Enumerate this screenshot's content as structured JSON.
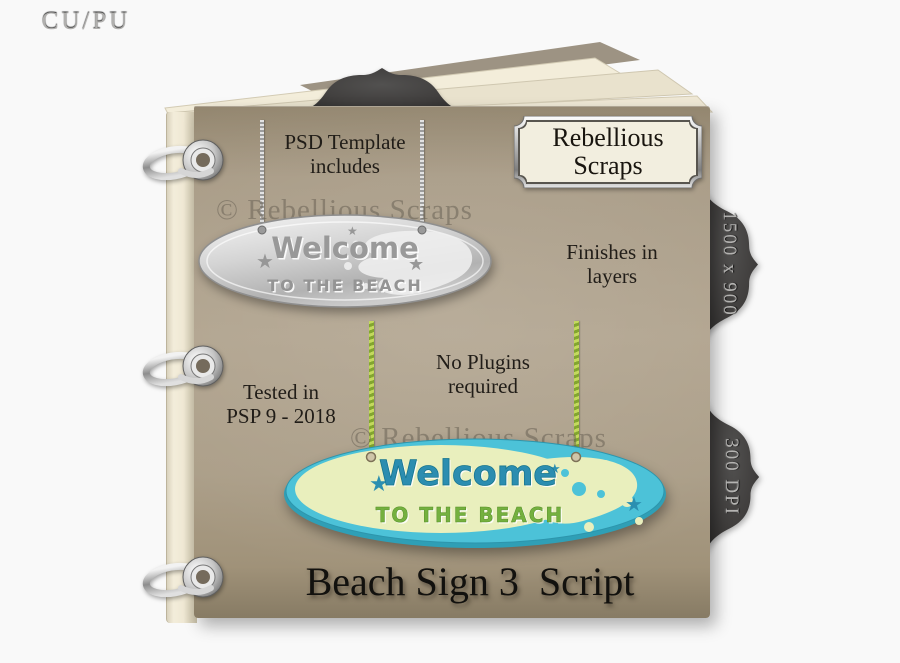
{
  "background": "#f9f9f9",
  "book": {
    "cover_color": "#ab9e88",
    "page_edge_color": "#f0e9d6",
    "tab_color": "#3e3c3b",
    "title": "Beach Sign 3  Script"
  },
  "top_tab": {
    "label": "CU/PU"
  },
  "brand_plate": {
    "line1": "Rebellious",
    "line2": "Scraps"
  },
  "side_tabs": [
    {
      "label": "1500 x 900"
    },
    {
      "label": "300 DPI"
    }
  ],
  "notes": {
    "psd": {
      "line1": "PSD Template",
      "line2": "includes"
    },
    "finishes": {
      "line1": "Finishes in",
      "line2": "layers"
    },
    "plugins": {
      "line1": "No Plugins",
      "line2": "required"
    },
    "tested": {
      "line1": "Tested in",
      "line2": "PSP 9 - 2018"
    }
  },
  "watermark": {
    "text": "© Rebellious Scraps"
  },
  "signs": {
    "silver": {
      "title": "Welcome",
      "subtitle": "TO THE BEACH",
      "star": "★",
      "base_color": "#d2d2d2",
      "text_color": "#9a9a9a"
    },
    "surf": {
      "title": "Welcome",
      "subtitle": "TO THE BEACH",
      "star": "★",
      "board_color": "#4cc2d8",
      "panel_color": "#e9efbd",
      "title_color": "#2b8db0",
      "subtitle_color": "#74b03f"
    }
  }
}
